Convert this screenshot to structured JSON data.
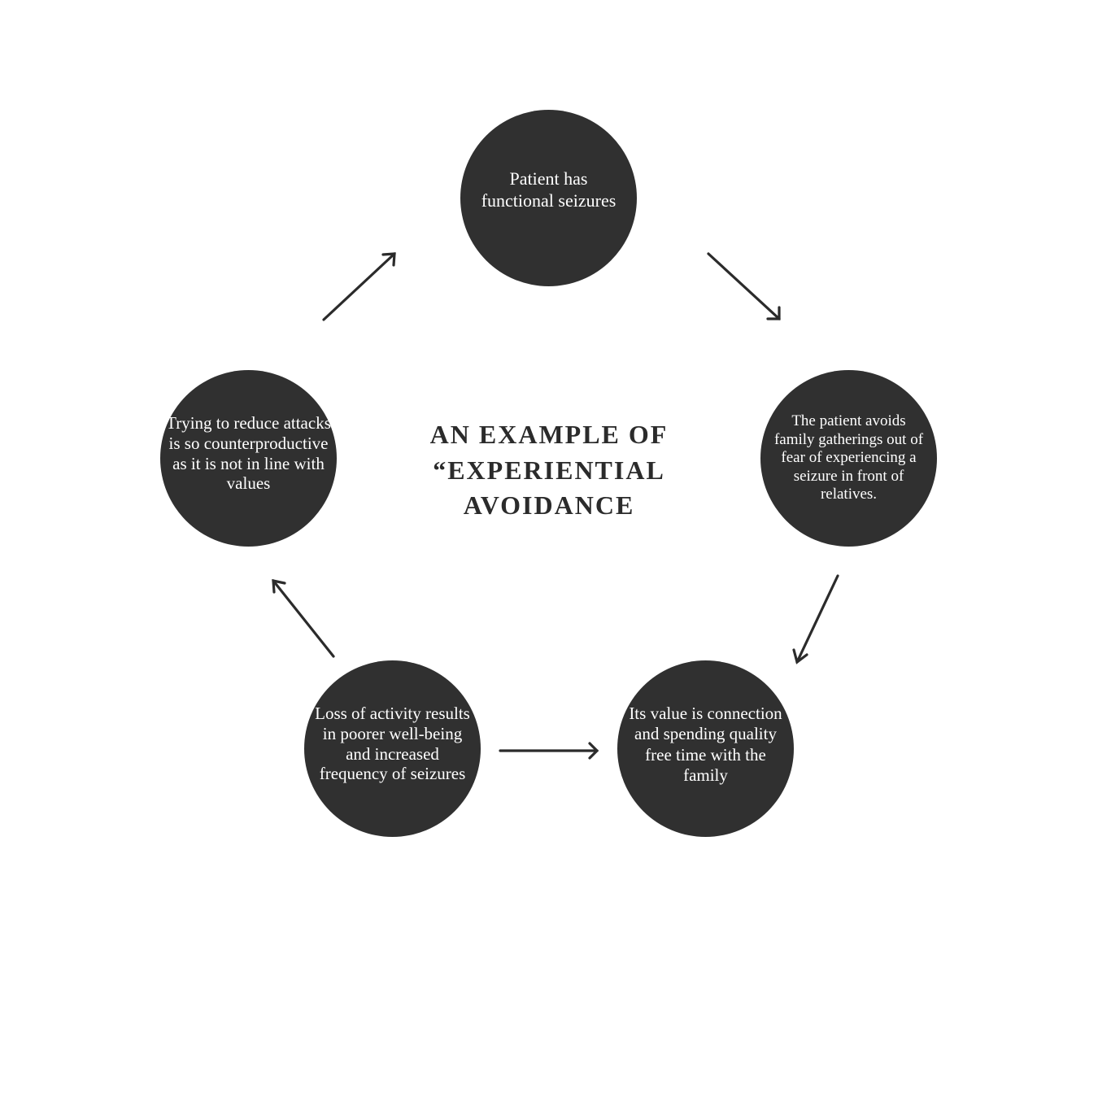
{
  "title": {
    "line1": "AN EXAMPLE OF",
    "line2": "“EXPERIENTIAL",
    "line3": "AVOIDANCE"
  },
  "nodes": [
    {
      "text": "Patient has functional seizures"
    },
    {
      "text": "The patient avoids family gatherings out of fear of experiencing a seizure in front of relatives."
    },
    {
      "text": "Its value is connection and spending quality free time with the family"
    },
    {
      "text": "Loss of activity results in poorer well-being and increased frequency of seizures"
    },
    {
      "text": "Trying to reduce attacks is so counterproductive as it is not in line with values"
    }
  ],
  "colors": {
    "node_fill": "#303030",
    "node_text": "#ffffff",
    "arrow": "#2b2b2b",
    "title": "#2b2b2b",
    "background": "#ffffff"
  }
}
